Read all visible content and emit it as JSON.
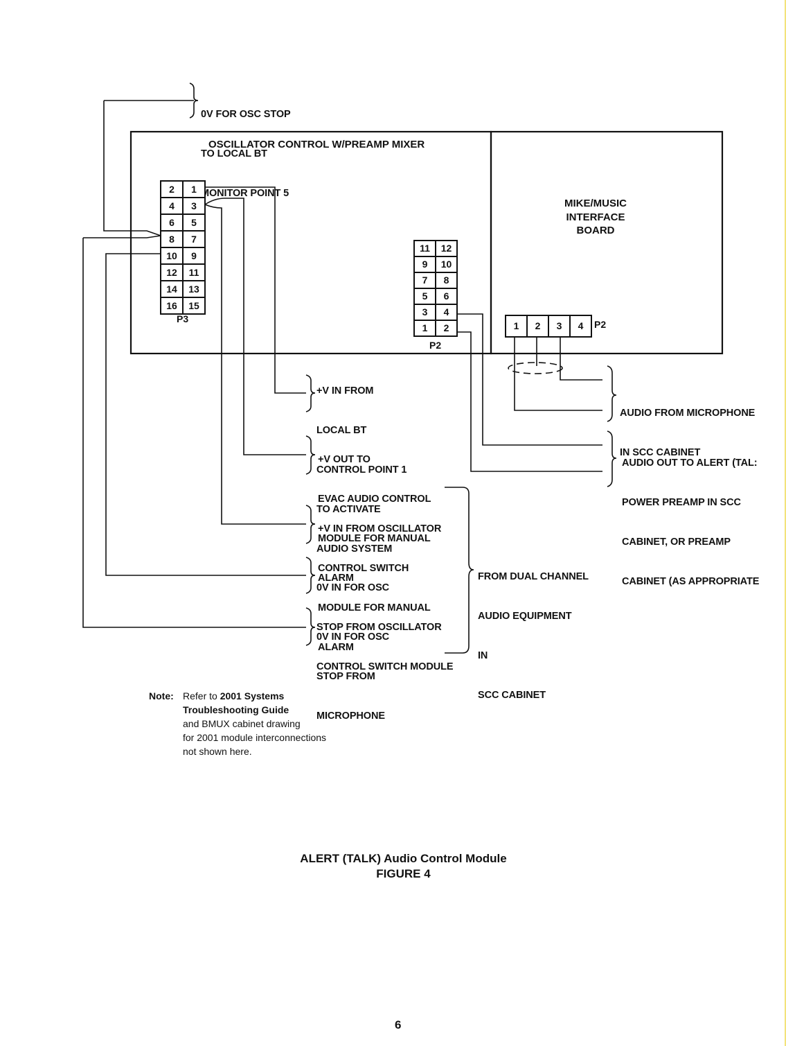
{
  "figure": {
    "title": "ALERT (TALK) Audio Control Module",
    "number": "FIGURE 4",
    "page_number": "6"
  },
  "boards": {
    "oscillator": {
      "title": "OSCILLATOR CONTROL W/PREAMP MIXER"
    },
    "mike_music": {
      "title_lines": [
        "MIKE/MUSIC",
        "INTERFACE",
        "BOARD"
      ]
    }
  },
  "connectors": {
    "p3": {
      "label": "P3",
      "rows": [
        [
          "2",
          "1"
        ],
        [
          "4",
          "3"
        ],
        [
          "6",
          "5"
        ],
        [
          "8",
          "7"
        ],
        [
          "10",
          "9"
        ],
        [
          "12",
          "11"
        ],
        [
          "14",
          "13"
        ],
        [
          "16",
          "15"
        ]
      ]
    },
    "osc_p2": {
      "label": "P2",
      "rows": [
        [
          "11",
          "12"
        ],
        [
          "9",
          "10"
        ],
        [
          "7",
          "8"
        ],
        [
          "5",
          "6"
        ],
        [
          "3",
          "4"
        ],
        [
          "1",
          "2"
        ]
      ]
    },
    "mike_p2": {
      "label": "P2",
      "pins": [
        "1",
        "2",
        "3",
        "4"
      ]
    }
  },
  "annotations": {
    "osc_stop_local_bt": [
      "0V FOR OSC STOP",
      "TO LOCAL BT",
      "MONITOR POINT 5"
    ],
    "v_in_local_bt": [
      "+V IN FROM",
      "LOCAL BT",
      "CONTROL POINT 1",
      "TO ACTIVATE",
      "AUDIO SYSTEM"
    ],
    "v_out_evac": [
      "+V OUT TO",
      "EVAC AUDIO CONTROL",
      "MODULE FOR MANUAL",
      "ALARM"
    ],
    "v_in_osc_switch": [
      "+V IN FROM OSCILLATOR",
      "CONTROL SWITCH",
      "MODULE FOR MANUAL",
      "ALARM"
    ],
    "osc_stop_switch_module": [
      "0V IN FOR OSC",
      "STOP FROM OSCILLATOR",
      "CONTROL SWITCH MODULE"
    ],
    "osc_stop_microphone": [
      "0V IN FOR OSC",
      "STOP FROM",
      "MICROPHONE"
    ],
    "dual_channel": [
      "FROM DUAL CHANNEL",
      "AUDIO EQUIPMENT",
      "IN",
      "SCC CABINET"
    ],
    "audio_from_mic": [
      "AUDIO FROM MICROPHONE",
      "IN SCC CABINET"
    ],
    "audio_out_alert": [
      "AUDIO OUT TO ALERT (TAL:",
      "POWER PREAMP IN SCC",
      "CABINET, OR PREAMP",
      "CABINET (AS APPROPRIATE"
    ]
  },
  "note": {
    "prefix": "Note:",
    "line1_plain": "Refer to ",
    "line1_bold": "2001 Systems",
    "line2_bold": "Troubleshooting Guide",
    "line3": "and BMUX cabinet drawing",
    "line4": "for 2001 module interconnections",
    "line5": "not shown here."
  }
}
